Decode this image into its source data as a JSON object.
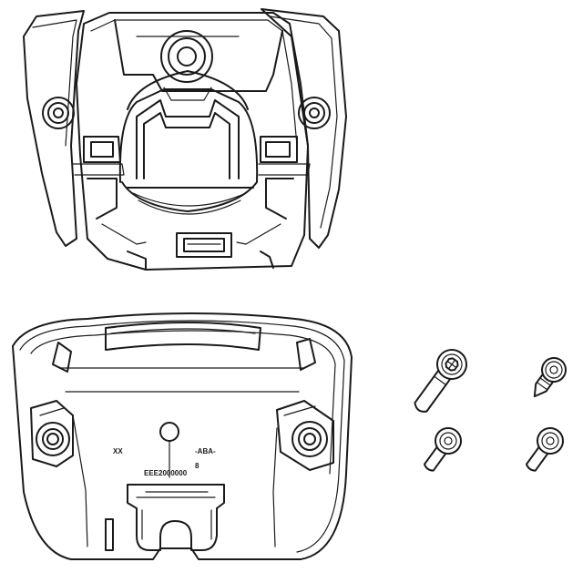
{
  "drawing": {
    "background": "#ffffff",
    "line_color": "#1a1a1a",
    "parts": [
      {
        "name": "mount-bracket-top"
      },
      {
        "name": "base-cover-bottom"
      },
      {
        "name": "long-screw"
      },
      {
        "name": "short-screw-tip"
      },
      {
        "name": "short-screw-1"
      },
      {
        "name": "short-screw-2"
      }
    ],
    "markings": {
      "left": "XX",
      "right": "-ABA-",
      "code": "EEE2000000",
      "dot": "8"
    }
  }
}
